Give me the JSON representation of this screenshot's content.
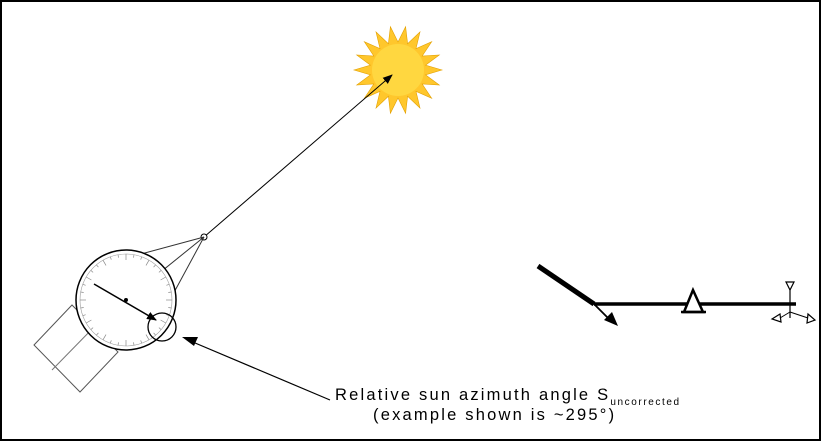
{
  "caption": {
    "line1_main": "Relative sun azimuth angle S",
    "line1_subscript": "uncorrected",
    "line2": "(example shown is ~295°)"
  },
  "icons": {
    "sun": "sun-icon",
    "instrument": "sun-compass-instrument",
    "platform": "platform-sketch"
  },
  "colors": {
    "sun_fill": "#FFC72C",
    "sun_core": "#FFD740",
    "line": "#000000",
    "frame": "#000000",
    "background": "#ffffff"
  },
  "angle_example_deg": 295
}
